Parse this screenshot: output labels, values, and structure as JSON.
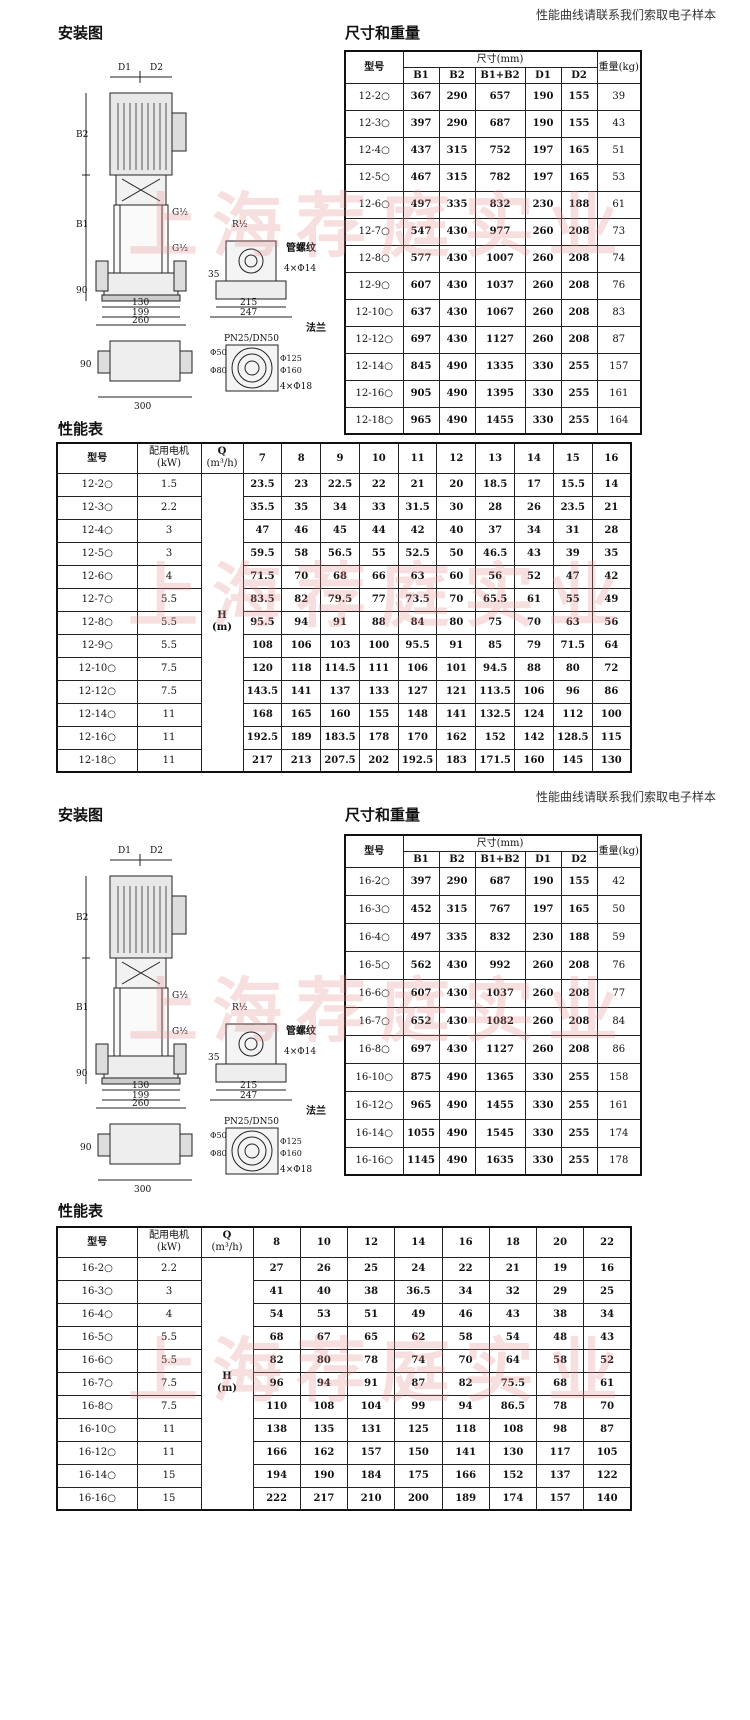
{
  "note": "性能曲线请联系我们索取电子样本",
  "labels": {
    "install": "安装图",
    "dims": "尺寸和重量",
    "perf": "性能表",
    "model": "型号",
    "size_mm": "尺寸(mm)",
    "weight": "重量(kg)",
    "motor": "配用电机",
    "kw": "(kW)",
    "q": "Q",
    "q_unit": "(m³/h)",
    "h": "H",
    "h_unit": "(m)",
    "watermark": "上海荐庭实业"
  },
  "dim_cols": [
    "B1",
    "B2",
    "B1+B2",
    "D1",
    "D2"
  ],
  "diagram_labels": {
    "d1": "D1",
    "d2": "D2",
    "b1": "B1",
    "b2": "B2",
    "g1": "G½",
    "g2": "G½",
    "r": "R½",
    "pipe": "管螺纹",
    "bolt1": "4×Φ14",
    "n90a": "90",
    "n35": "35",
    "n130": "130",
    "n199": "199",
    "n260": "260",
    "n215": "215",
    "n247": "247",
    "pn": "PN25/DN50",
    "flange": "法兰",
    "phi50": "Φ50",
    "phi80": "Φ80",
    "phi125": "Φ125",
    "phi160": "Φ160",
    "bolt2": "4×Φ18",
    "n90b": "90",
    "n300": "300"
  },
  "section1": {
    "dims": [
      [
        "12-2○",
        "367",
        "290",
        "657",
        "190",
        "155",
        "39"
      ],
      [
        "12-3○",
        "397",
        "290",
        "687",
        "190",
        "155",
        "43"
      ],
      [
        "12-4○",
        "437",
        "315",
        "752",
        "197",
        "165",
        "51"
      ],
      [
        "12-5○",
        "467",
        "315",
        "782",
        "197",
        "165",
        "53"
      ],
      [
        "12-6○",
        "497",
        "335",
        "832",
        "230",
        "188",
        "61"
      ],
      [
        "12-7○",
        "547",
        "430",
        "977",
        "260",
        "208",
        "73"
      ],
      [
        "12-8○",
        "577",
        "430",
        "1007",
        "260",
        "208",
        "74"
      ],
      [
        "12-9○",
        "607",
        "430",
        "1037",
        "260",
        "208",
        "76"
      ],
      [
        "12-10○",
        "637",
        "430",
        "1067",
        "260",
        "208",
        "83"
      ],
      [
        "12-12○",
        "697",
        "430",
        "1127",
        "260",
        "208",
        "87"
      ],
      [
        "12-14○",
        "845",
        "490",
        "1335",
        "330",
        "255",
        "157"
      ],
      [
        "12-16○",
        "905",
        "490",
        "1395",
        "330",
        "255",
        "161"
      ],
      [
        "12-18○",
        "965",
        "490",
        "1455",
        "330",
        "255",
        "164"
      ]
    ],
    "flows": [
      "7",
      "8",
      "9",
      "10",
      "11",
      "12",
      "13",
      "14",
      "15",
      "16"
    ],
    "perf": [
      [
        "12-2○",
        "1.5",
        [
          "23.5",
          "23",
          "22.5",
          "22",
          "21",
          "20",
          "18.5",
          "17",
          "15.5",
          "14"
        ]
      ],
      [
        "12-3○",
        "2.2",
        [
          "35.5",
          "35",
          "34",
          "33",
          "31.5",
          "30",
          "28",
          "26",
          "23.5",
          "21"
        ]
      ],
      [
        "12-4○",
        "3",
        [
          "47",
          "46",
          "45",
          "44",
          "42",
          "40",
          "37",
          "34",
          "31",
          "28"
        ]
      ],
      [
        "12-5○",
        "3",
        [
          "59.5",
          "58",
          "56.5",
          "55",
          "52.5",
          "50",
          "46.5",
          "43",
          "39",
          "35"
        ]
      ],
      [
        "12-6○",
        "4",
        [
          "71.5",
          "70",
          "68",
          "66",
          "63",
          "60",
          "56",
          "52",
          "47",
          "42"
        ]
      ],
      [
        "12-7○",
        "5.5",
        [
          "83.5",
          "82",
          "79.5",
          "77",
          "73.5",
          "70",
          "65.5",
          "61",
          "55",
          "49"
        ]
      ],
      [
        "12-8○",
        "5.5",
        [
          "95.5",
          "94",
          "91",
          "88",
          "84",
          "80",
          "75",
          "70",
          "63",
          "56"
        ]
      ],
      [
        "12-9○",
        "5.5",
        [
          "108",
          "106",
          "103",
          "100",
          "95.5",
          "91",
          "85",
          "79",
          "71.5",
          "64"
        ]
      ],
      [
        "12-10○",
        "7.5",
        [
          "120",
          "118",
          "114.5",
          "111",
          "106",
          "101",
          "94.5",
          "88",
          "80",
          "72"
        ]
      ],
      [
        "12-12○",
        "7.5",
        [
          "143.5",
          "141",
          "137",
          "133",
          "127",
          "121",
          "113.5",
          "106",
          "96",
          "86"
        ]
      ],
      [
        "12-14○",
        "11",
        [
          "168",
          "165",
          "160",
          "155",
          "148",
          "141",
          "132.5",
          "124",
          "112",
          "100"
        ]
      ],
      [
        "12-16○",
        "11",
        [
          "192.5",
          "189",
          "183.5",
          "178",
          "170",
          "162",
          "152",
          "142",
          "128.5",
          "115"
        ]
      ],
      [
        "12-18○",
        "11",
        [
          "217",
          "213",
          "207.5",
          "202",
          "192.5",
          "183",
          "171.5",
          "160",
          "145",
          "130"
        ]
      ]
    ]
  },
  "section2": {
    "dims": [
      [
        "16-2○",
        "397",
        "290",
        "687",
        "190",
        "155",
        "42"
      ],
      [
        "16-3○",
        "452",
        "315",
        "767",
        "197",
        "165",
        "50"
      ],
      [
        "16-4○",
        "497",
        "335",
        "832",
        "230",
        "188",
        "59"
      ],
      [
        "16-5○",
        "562",
        "430",
        "992",
        "260",
        "208",
        "76"
      ],
      [
        "16-6○",
        "607",
        "430",
        "1037",
        "260",
        "208",
        "77"
      ],
      [
        "16-7○",
        "652",
        "430",
        "1082",
        "260",
        "208",
        "84"
      ],
      [
        "16-8○",
        "697",
        "430",
        "1127",
        "260",
        "208",
        "86"
      ],
      [
        "16-10○",
        "875",
        "490",
        "1365",
        "330",
        "255",
        "158"
      ],
      [
        "16-12○",
        "965",
        "490",
        "1455",
        "330",
        "255",
        "161"
      ],
      [
        "16-14○",
        "1055",
        "490",
        "1545",
        "330",
        "255",
        "174"
      ],
      [
        "16-16○",
        "1145",
        "490",
        "1635",
        "330",
        "255",
        "178"
      ]
    ],
    "flows": [
      "8",
      "10",
      "12",
      "14",
      "16",
      "18",
      "20",
      "22"
    ],
    "perf": [
      [
        "16-2○",
        "2.2",
        [
          "27",
          "26",
          "25",
          "24",
          "22",
          "21",
          "19",
          "16"
        ]
      ],
      [
        "16-3○",
        "3",
        [
          "41",
          "40",
          "38",
          "36.5",
          "34",
          "32",
          "29",
          "25"
        ]
      ],
      [
        "16-4○",
        "4",
        [
          "54",
          "53",
          "51",
          "49",
          "46",
          "43",
          "38",
          "34"
        ]
      ],
      [
        "16-5○",
        "5.5",
        [
          "68",
          "67",
          "65",
          "62",
          "58",
          "54",
          "48",
          "43"
        ]
      ],
      [
        "16-6○",
        "5.5",
        [
          "82",
          "80",
          "78",
          "74",
          "70",
          "64",
          "58",
          "52"
        ]
      ],
      [
        "16-7○",
        "7.5",
        [
          "96",
          "94",
          "91",
          "87",
          "82",
          "75.5",
          "68",
          "61"
        ]
      ],
      [
        "16-8○",
        "7.5",
        [
          "110",
          "108",
          "104",
          "99",
          "94",
          "86.5",
          "78",
          "70"
        ]
      ],
      [
        "16-10○",
        "11",
        [
          "138",
          "135",
          "131",
          "125",
          "118",
          "108",
          "98",
          "87"
        ]
      ],
      [
        "16-12○",
        "11",
        [
          "166",
          "162",
          "157",
          "150",
          "141",
          "130",
          "117",
          "105"
        ]
      ],
      [
        "16-14○",
        "15",
        [
          "194",
          "190",
          "184",
          "175",
          "166",
          "152",
          "137",
          "122"
        ]
      ],
      [
        "16-16○",
        "15",
        [
          "222",
          "217",
          "210",
          "200",
          "189",
          "174",
          "157",
          "140"
        ]
      ]
    ]
  }
}
